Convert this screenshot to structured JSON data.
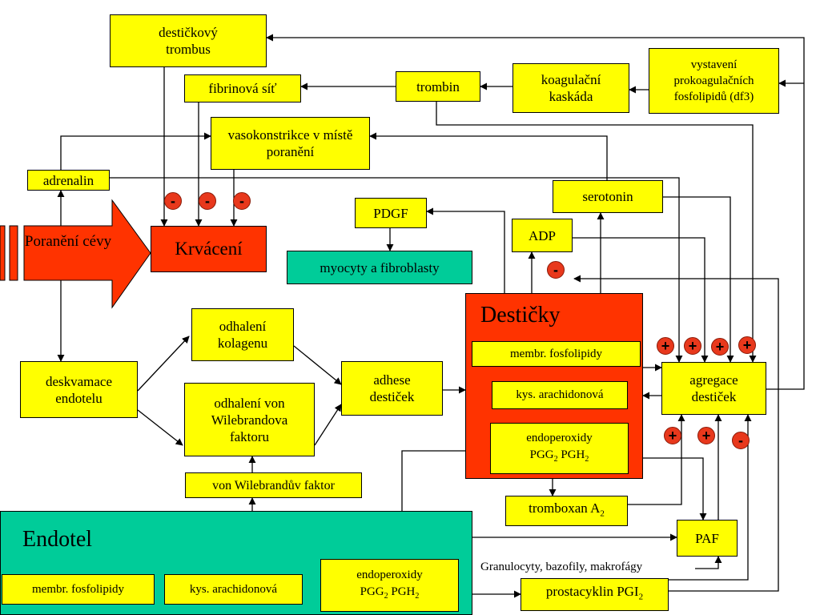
{
  "nodes": {
    "destickovy_trombus": "destičkový trombus",
    "fibrinova_sit": "fibrinová síť",
    "trombin": "trombin",
    "koagulacni_kaskada": "koagulační kaskáda",
    "vystaveni": "vystavení prokoagulačních fosfolipidů (df3)",
    "vasokonstrikce": "vasokonstrikce v místě poranění",
    "adrenalin": "adrenalin",
    "serotonin": "serotonin",
    "pdgf": "PDGF",
    "adp": "ADP",
    "myocyty": "myocyty a fibroblasty",
    "poraneni_cevy": "Poranění cévy",
    "krvaceni": "Krvácení",
    "destičky": "Destičky",
    "membr_fosfolipidy_d": "membr. fosfolipidy",
    "kys_arachidonova_d": "kys. arachidonová",
    "endoperoxidy_d": "endoperoxidy",
    "agregace": "agregace destiček",
    "odhaleni_kolagenu": "odhalení kolagenu",
    "deskvamace": "deskvamace endotelu",
    "adhese": "adhese destiček",
    "odhaleni_vwf": "odhalení von Wilebrandova faktoru",
    "vwf": "von Wilebrandův faktor",
    "tromboxan": "tromboxan A",
    "endotel": "Endotel",
    "membr_fosfolipidy_e": "membr. fosfolipidy",
    "kys_arachidonova_e": "kys. arachidonová",
    "endoperoxidy_e": "endoperoxidy",
    "paf": "PAF",
    "granulocyty": "Granulocyty, bazofily, makrofágy",
    "prostacyklin": "prostacyklin PGI"
  },
  "formulas": {
    "pgg": "PGG",
    "pgh": "PGH",
    "sub2": "2"
  },
  "signs": {
    "minus": "-",
    "plus": "+"
  },
  "colors": {
    "box_fill": "#ffff00",
    "red": "#ff3300",
    "teal": "#00cc99",
    "sign_fill": "#e8381c"
  }
}
